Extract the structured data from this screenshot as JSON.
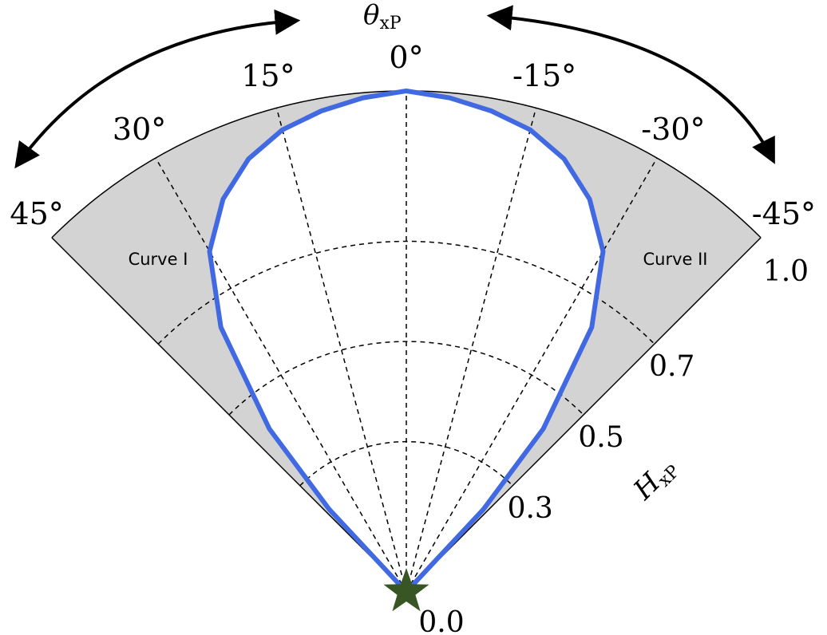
{
  "chart_data": {
    "type": "polar-sector",
    "axes": {
      "angle": {
        "symbol": "θ",
        "subscript": "xP",
        "range_deg": [
          -45,
          45
        ],
        "ticks": [
          {
            "value": 45,
            "label": "45°"
          },
          {
            "value": 30,
            "label": "30°"
          },
          {
            "value": 15,
            "label": "15°"
          },
          {
            "value": 0,
            "label": "0°"
          },
          {
            "value": -15,
            "label": "-15°"
          },
          {
            "value": -30,
            "label": "-30°"
          },
          {
            "value": -45,
            "label": "-45°"
          }
        ]
      },
      "radius": {
        "symbol": "H",
        "subscript": "xP",
        "range": [
          0,
          1.0
        ],
        "ticks": [
          {
            "value": 0.0,
            "label": "0.0"
          },
          {
            "value": 0.3,
            "label": "0.3"
          },
          {
            "value": 0.5,
            "label": "0.5"
          },
          {
            "value": 0.7,
            "label": "0.7"
          },
          {
            "value": 1.0,
            "label": "1.0"
          }
        ]
      }
    },
    "grid": true,
    "boundary_curve": {
      "color": "#4169e1",
      "points": [
        {
          "theta": 0,
          "r": 1.0
        },
        {
          "theta": 5,
          "r": 0.99
        },
        {
          "theta": 10,
          "r": 0.975
        },
        {
          "theta": 15,
          "r": 0.955
        },
        {
          "theta": 20,
          "r": 0.92
        },
        {
          "theta": 25,
          "r": 0.865
        },
        {
          "theta": 30,
          "r": 0.785
        },
        {
          "theta": 35,
          "r": 0.645
        },
        {
          "theta": 40,
          "r": 0.425
        },
        {
          "theta": 43,
          "r": 0.225
        },
        {
          "theta": 45,
          "r": 0.0
        }
      ]
    },
    "regions": [
      {
        "label": "Curve I",
        "side": "left"
      },
      {
        "label": "Curve II",
        "side": "right"
      }
    ],
    "origin_marker": {
      "shape": "star",
      "color": "#375623"
    },
    "shade_color": "#d3d3d3",
    "arrows": [
      "double-headed arc left",
      "double-headed arc right"
    ]
  }
}
